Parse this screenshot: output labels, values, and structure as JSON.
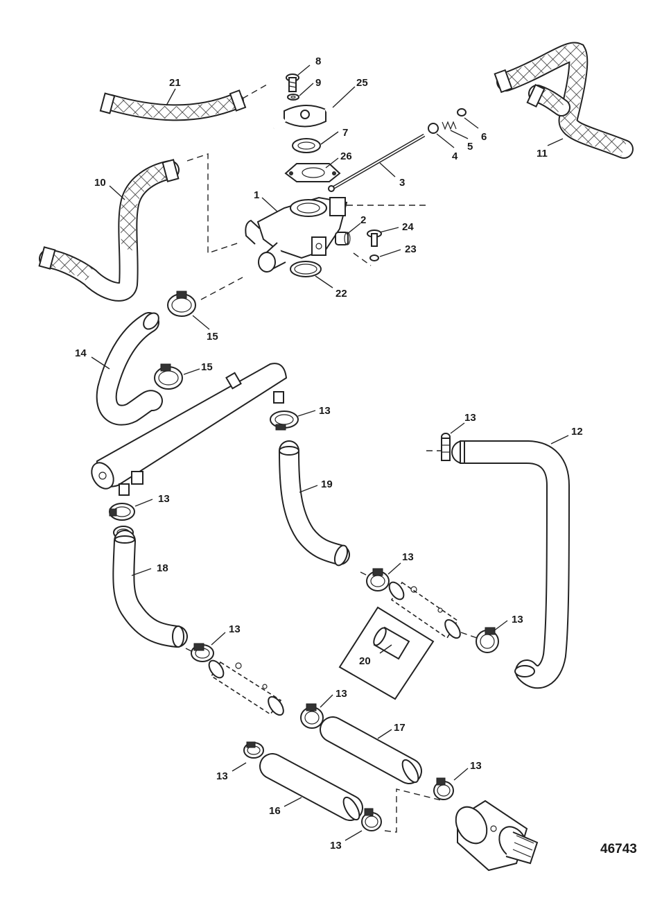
{
  "diagram_id": "46743",
  "labels": [
    {
      "id": "label-8",
      "text": "8"
    },
    {
      "id": "label-9",
      "text": "9"
    },
    {
      "id": "label-25",
      "text": "25"
    },
    {
      "id": "label-21",
      "text": "21"
    },
    {
      "id": "label-7",
      "text": "7"
    },
    {
      "id": "label-6",
      "text": "6"
    },
    {
      "id": "label-5",
      "text": "5"
    },
    {
      "id": "label-4",
      "text": "4"
    },
    {
      "id": "label-11",
      "text": "11"
    },
    {
      "id": "label-26",
      "text": "26"
    },
    {
      "id": "label-3",
      "text": "3"
    },
    {
      "id": "label-10",
      "text": "10"
    },
    {
      "id": "label-1",
      "text": "1"
    },
    {
      "id": "label-2",
      "text": "2"
    },
    {
      "id": "label-24",
      "text": "24"
    },
    {
      "id": "label-23",
      "text": "23"
    },
    {
      "id": "label-22",
      "text": "22"
    },
    {
      "id": "label-15a",
      "text": "15"
    },
    {
      "id": "label-14",
      "text": "14"
    },
    {
      "id": "label-15b",
      "text": "15"
    },
    {
      "id": "label-13a",
      "text": "13"
    },
    {
      "id": "label-13b",
      "text": "13"
    },
    {
      "id": "label-12",
      "text": "12"
    },
    {
      "id": "label-19",
      "text": "19"
    },
    {
      "id": "label-13c",
      "text": "13"
    },
    {
      "id": "label-18",
      "text": "18"
    },
    {
      "id": "label-13d",
      "text": "13"
    },
    {
      "id": "label-13e",
      "text": "13"
    },
    {
      "id": "label-13f",
      "text": "13"
    },
    {
      "id": "label-20",
      "text": "20"
    },
    {
      "id": "label-13g",
      "text": "13"
    },
    {
      "id": "label-17",
      "text": "17"
    },
    {
      "id": "label-13h",
      "text": "13"
    },
    {
      "id": "label-13i",
      "text": "13"
    },
    {
      "id": "label-16",
      "text": "16"
    },
    {
      "id": "label-13j",
      "text": "13"
    }
  ]
}
